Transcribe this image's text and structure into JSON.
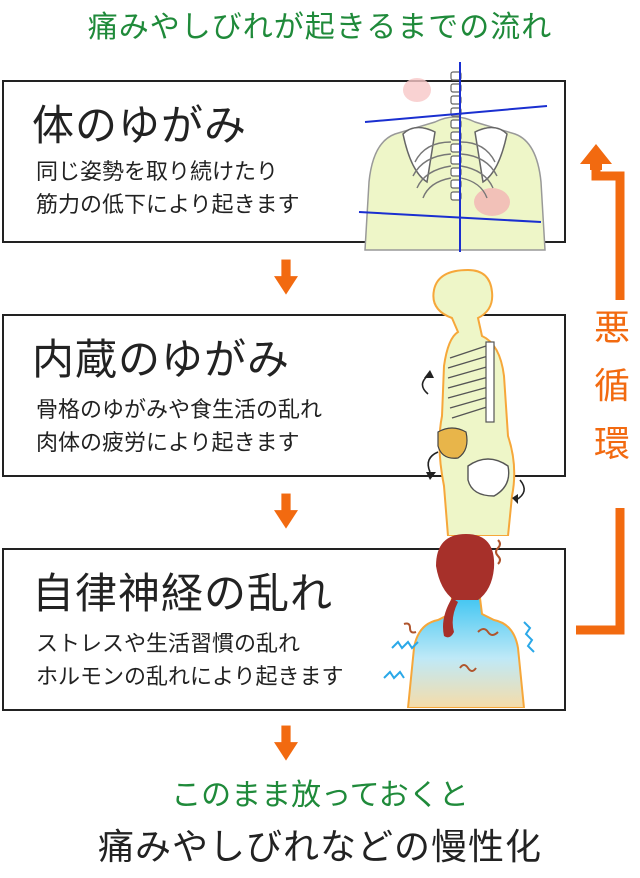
{
  "title": "痛みやしびれが起きるまでの流れ",
  "steps": [
    {
      "heading": "体のゆがみ",
      "lines": [
        "同じ姿勢を取り続けたり",
        "筋力の低下により起きます"
      ]
    },
    {
      "heading": "内蔵のゆがみ",
      "lines": [
        "骨格のゆがみや食生活の乱れ",
        "肉体の疲労により起きます"
      ]
    },
    {
      "heading": "自律神経の乱れ",
      "lines": [
        "ストレスや生活習慣の乱れ",
        "ホルモンの乱れにより起きます"
      ]
    }
  ],
  "cycle": {
    "label1": "悪",
    "label2": "循",
    "label3": "環"
  },
  "conclusion": {
    "line1": "このまま放っておくと",
    "line2": "痛みやしびれなどの慢性化"
  },
  "colors": {
    "accent": "#f26a10",
    "green": "#1f8a3a",
    "skin": "#eef6c8",
    "outline": "#f6a73a"
  }
}
